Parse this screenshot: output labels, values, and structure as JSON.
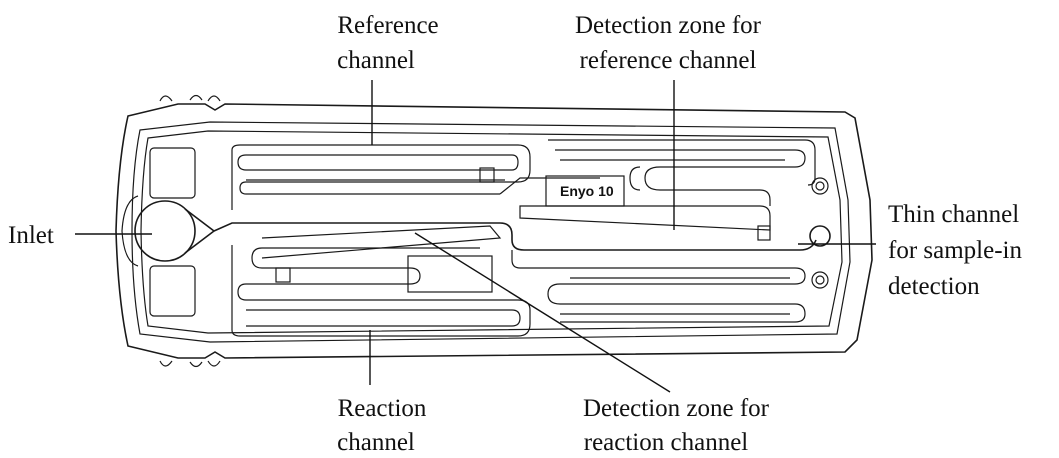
{
  "chip": {
    "name": "Enyo 10"
  },
  "labels": {
    "reference_channel": [
      "Reference",
      "channel"
    ],
    "detection_zone_reference": [
      "Detection zone for",
      "reference channel"
    ],
    "inlet": "Inlet",
    "thin_channel": [
      "Thin channel",
      "for sample-in",
      "detection"
    ],
    "reaction_channel": [
      "Reaction",
      "channel"
    ],
    "detection_zone_reaction": [
      "Detection zone for",
      "reaction channel"
    ]
  },
  "colors": {
    "line": "#1a1a1a",
    "background": "#ffffff"
  }
}
